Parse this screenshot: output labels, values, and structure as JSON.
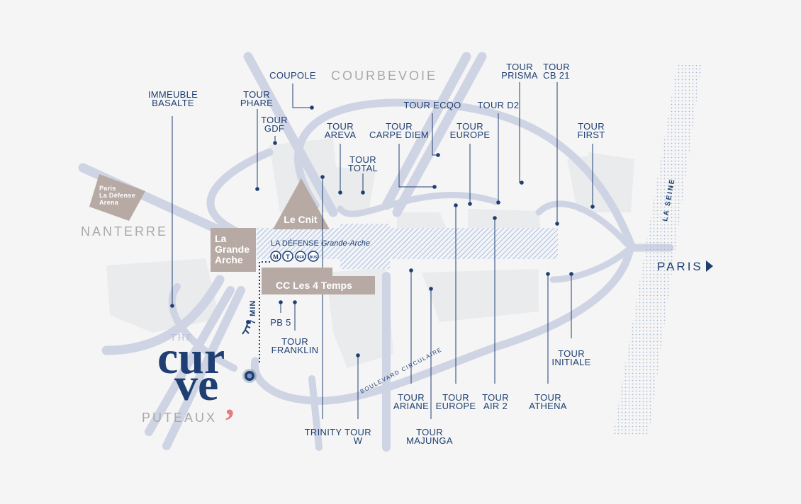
{
  "areas": {
    "courbevoie": "COURBEVOIE",
    "nanterre": "NANTERRE",
    "puteaux": "PUTEAUX",
    "paris": "PARIS"
  },
  "river": "LA SEINE",
  "road": "BOULEVARD CIRCULAIRE",
  "walk": "7 MIN",
  "station": {
    "name": "LA DÉFENSE",
    "name_italic": "Grande-Arche",
    "transit": [
      "M",
      "T",
      "RER",
      "BUS"
    ]
  },
  "buildings": {
    "lecnit": "Le Cnit",
    "arche": "La\nGrande\nArche",
    "cc": "CC Les 4 Temps",
    "arena": "Paris\nLa Défense\nArena"
  },
  "logo": {
    "the": "THE",
    "line1": "cur",
    "line2": "ve",
    "comma": ","
  },
  "pois": {
    "basalte": "IMMEUBLE\nBASALTE",
    "phare": "TOUR\nPHARE",
    "coupole": "COUPOLE",
    "gdf": "TOUR\nGDF",
    "areva": "TOUR\nAREVA",
    "total": "TOUR\nTOTAL",
    "carpe": "TOUR\nCARPE DIEM",
    "ecqo": "TOUR ECQO",
    "europe_n": "TOUR\nEUROPE",
    "d2": "TOUR D2",
    "prisma": "TOUR\nPRISMA",
    "cb21": "TOUR\nCB 21",
    "first": "TOUR\nFIRST",
    "initiale": "TOUR\nINITIALE",
    "athena": "TOUR\nATHENA",
    "air2": "TOUR\nAIR 2",
    "europe_s": "TOUR\nEUROPE",
    "ariane": "TOUR\nARIANE",
    "majunga": "TOUR\nMAJUNGA",
    "trinity": "TRINITY",
    "w": "TOUR\nW",
    "pb5": "PB 5",
    "franklin": "TOUR\nFRANKLIN"
  },
  "colors": {
    "navy": "#1f3f73",
    "road": "#cfd4e4",
    "building": "#b7aaa5",
    "accent": "#e87b7b",
    "gray": "#a9a9a9"
  }
}
